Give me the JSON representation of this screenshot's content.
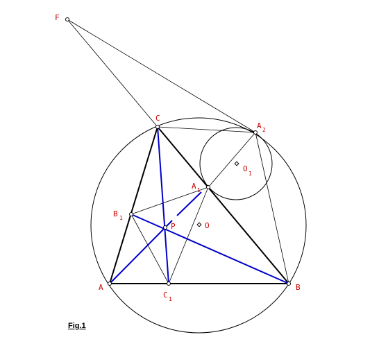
{
  "colors": {
    "background": "#ffffff",
    "line": "#000000",
    "cevian": "#0000cc",
    "label": "#cc0000"
  },
  "labels": {
    "F": "F",
    "C": "C",
    "A2": {
      "main": "A",
      "sub": "2"
    },
    "O1": {
      "main": "O",
      "sub": "1"
    },
    "A1": {
      "main": "A",
      "sub": "1"
    },
    "B1": {
      "main": "B",
      "sub": "1"
    },
    "P": "P",
    "O": "O",
    "A": "A",
    "B": "B",
    "C1": {
      "main": "C",
      "sub": "1"
    }
  },
  "caption": "Fig.1"
}
